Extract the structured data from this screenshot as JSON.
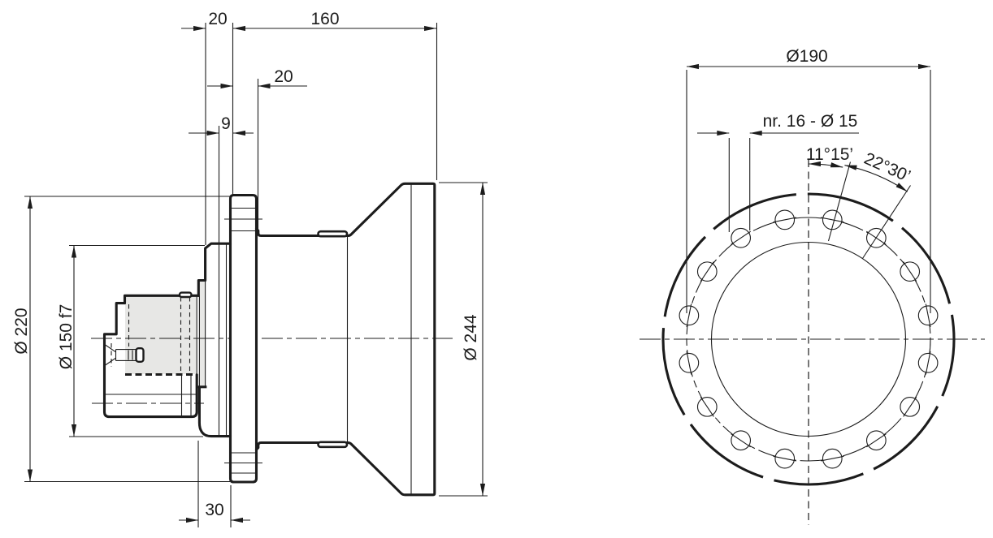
{
  "drawing": {
    "colors": {
      "background": "#ffffff",
      "line": "#1c1c1c",
      "section_fill": "#e7e7e5"
    },
    "side_view": {
      "dimensions": {
        "flange_thickness": "20",
        "bell_length": "160",
        "spigot_length": "20",
        "pilot_step": "9",
        "flange_diameter": "Ø 220",
        "spigot_diameter": "Ø 150 f7",
        "bell_mouth_diameter": "Ø 244",
        "hub_projection": "30"
      }
    },
    "front_view": {
      "dimensions": {
        "bolt_circle_diameter": "Ø190",
        "bolt_holes_note": "nr. 16 - Ø 15",
        "first_hole_angle": "11°15’",
        "hole_pitch_angle": "22°30’"
      }
    }
  }
}
